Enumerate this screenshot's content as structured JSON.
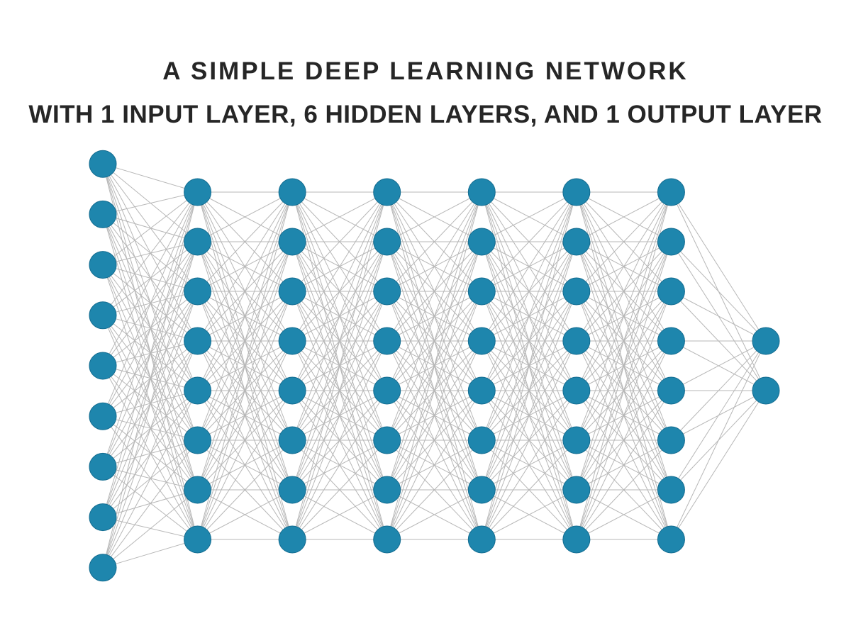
{
  "title": {
    "line1": "A SIMPLE DEEP LEARNING NETWORK",
    "line2": "WITH 1 INPUT LAYER, 6 HIDDEN LAYERS, AND 1 OUTPUT LAYER"
  },
  "diagram": {
    "type": "feedforward-neural-network",
    "connectivity": "fully-connected-between-adjacent-layers",
    "input_layer_count": 1,
    "hidden_layer_count": 6,
    "output_layer_count": 1,
    "layers": [
      {
        "name": "input-layer",
        "role": "input",
        "node_count": 9
      },
      {
        "name": "hidden-layer-1",
        "role": "hidden",
        "node_count": 8
      },
      {
        "name": "hidden-layer-2",
        "role": "hidden",
        "node_count": 8
      },
      {
        "name": "hidden-layer-3",
        "role": "hidden",
        "node_count": 8
      },
      {
        "name": "hidden-layer-4",
        "role": "hidden",
        "node_count": 8
      },
      {
        "name": "hidden-layer-5",
        "role": "hidden",
        "node_count": 8
      },
      {
        "name": "hidden-layer-6",
        "role": "hidden",
        "node_count": 8
      },
      {
        "name": "output-layer",
        "role": "output",
        "node_count": 2
      }
    ],
    "colors": {
      "node_fill": "#1e86ad",
      "node_border": "#146c90",
      "edge": "#ababab",
      "title_text": "#262626",
      "background": "#ffffff"
    }
  }
}
